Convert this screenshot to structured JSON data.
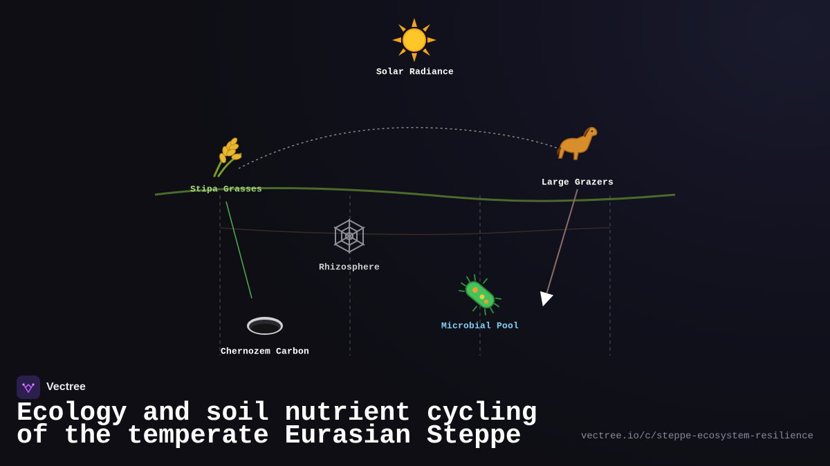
{
  "nodes": {
    "solar": {
      "label": "Solar Radiance",
      "icon": "sun-icon",
      "color": "#ffffff"
    },
    "grasses": {
      "label": "Stipa Grasses",
      "icon": "grass-icon",
      "color": "#a3d977"
    },
    "grazers": {
      "label": "Large Grazers",
      "icon": "horse-icon",
      "color": "#ffffff"
    },
    "rhizosphere": {
      "label": "Rhizosphere",
      "icon": "web-icon",
      "color": "#cfcfcf"
    },
    "microbes": {
      "label": "Microbial Pool",
      "icon": "microbe-icon",
      "color": "#7fd0f5"
    },
    "carbon": {
      "label": "Chernozem Carbon",
      "icon": "soil-hole-icon",
      "color": "#ffffff"
    }
  },
  "colors": {
    "ground_line": "#4a6b2a",
    "root_line": "#3a2a26",
    "grass_to_carbon": "#4caf50",
    "grazer_arrow": "#8a6e68",
    "dotted_arc": "#8a8a8a",
    "brand_accent": "#b44cff"
  },
  "brand": {
    "name": "Vectree",
    "icon": "vectree-logo-icon"
  },
  "title": "Ecology and soil nutrient cycling of the temperate Eurasian Steppe",
  "url": "vectree.io/c/steppe-ecosystem-resilience"
}
